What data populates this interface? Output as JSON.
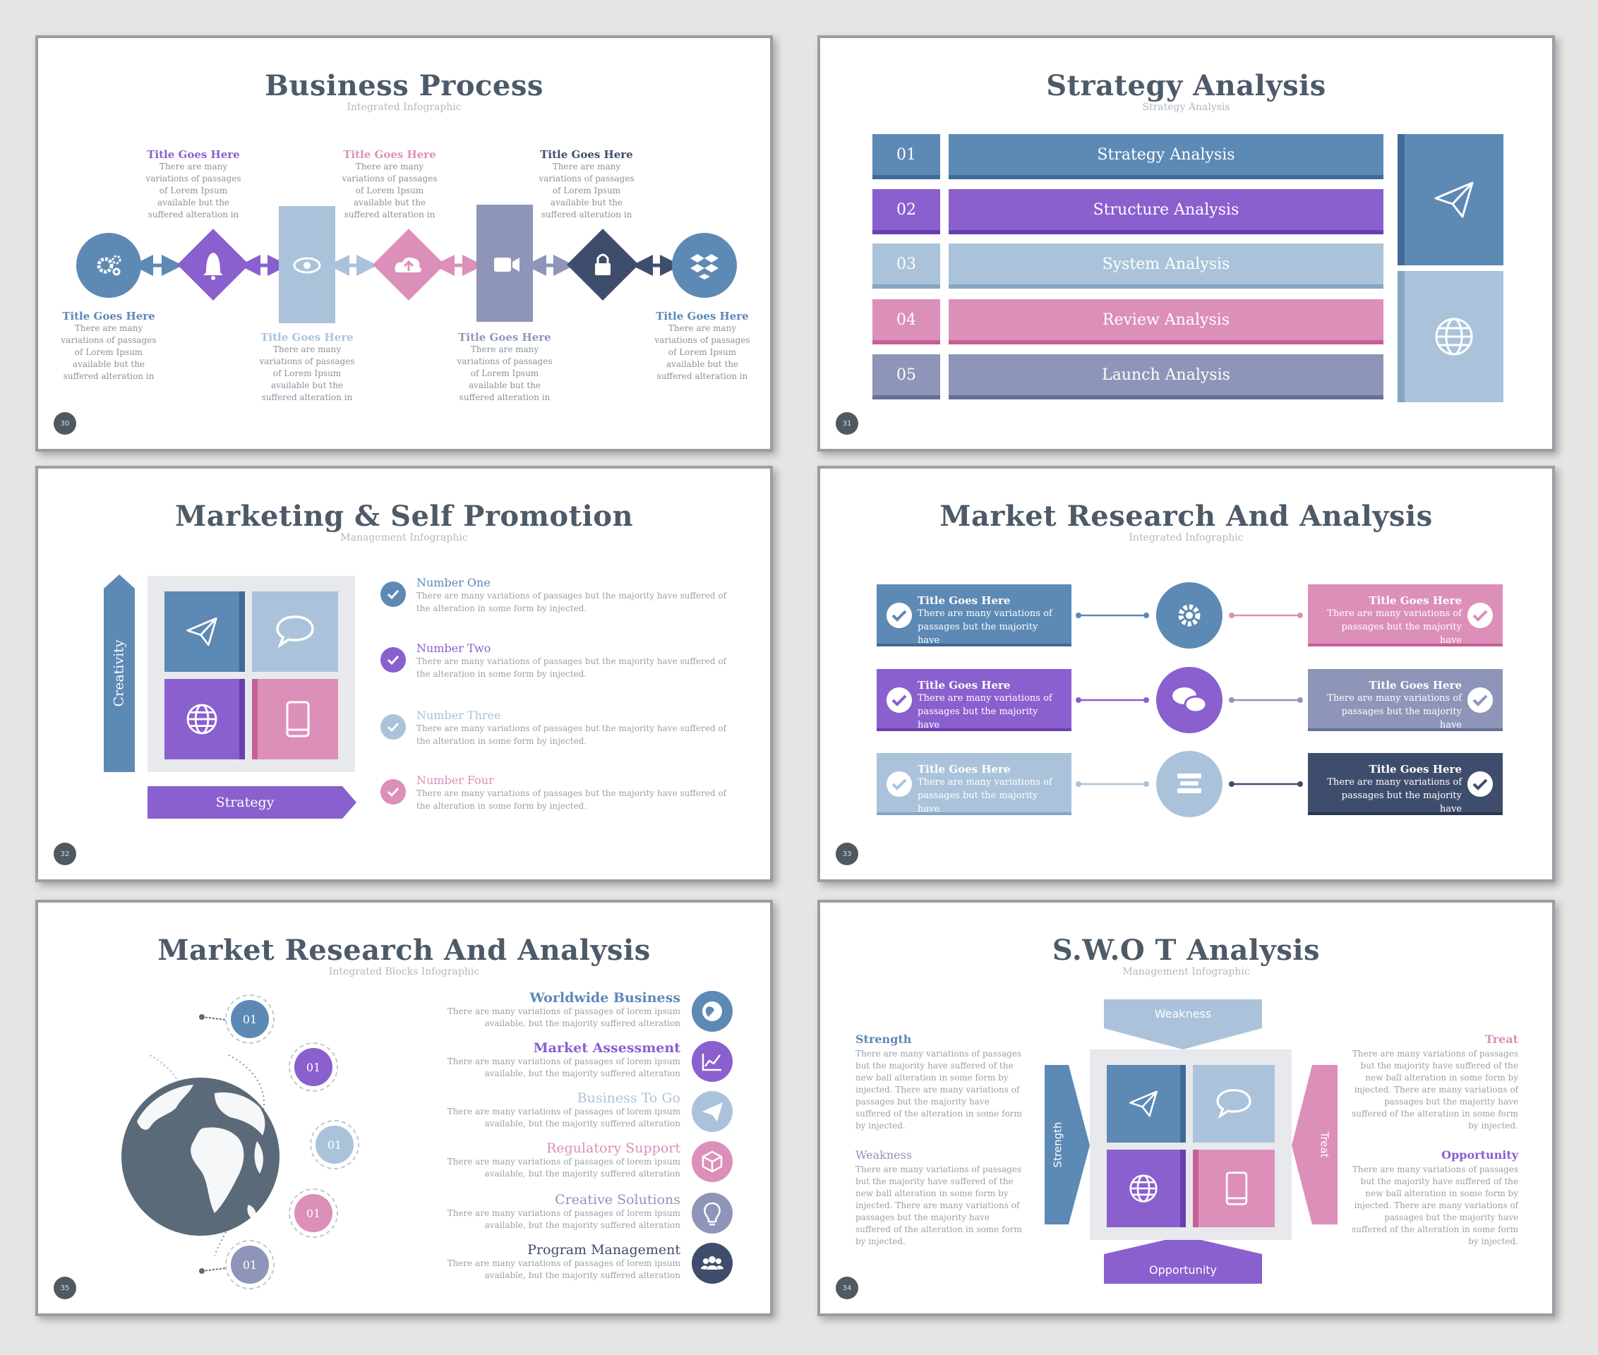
{
  "colors": {
    "blue": "#5d89b5",
    "purple": "#8a5fce",
    "light_blue": "#aac3da",
    "pink": "#dc8fb9",
    "slate": "#8e95b8",
    "navy": "#3f4d6d",
    "title": "#4d5a68"
  },
  "slides": {
    "s30": {
      "title": "Business Process",
      "subtitle": "Integrated Infographic",
      "number": "30",
      "items": [
        {
          "title": "Title Goes Here",
          "text": "There are many variations of passages of Lorem Ipsum available but the suffered alteration in",
          "icon": "gears-icon"
        },
        {
          "title": "Title Goes Here",
          "text": "There are many variations of passages of Lorem Ipsum available but the suffered alteration in",
          "icon": "bell-icon"
        },
        {
          "title": "Title Goes Here",
          "text": "There are many variations of passages of Lorem Ipsum available but the suffered alteration in",
          "icon": "eye-icon"
        },
        {
          "title": "Title Goes Here",
          "text": "There are many variations of passages of Lorem Ipsum available but the suffered alteration in",
          "icon": "cloud-upload-icon"
        },
        {
          "title": "Title Goes Here",
          "text": "There are many variations of passages of Lorem Ipsum available but the suffered alteration in",
          "icon": "video-camera-icon"
        },
        {
          "title": "Title Goes Here",
          "text": "There are many variations of passages of Lorem Ipsum available but the suffered alteration in",
          "icon": "lock-icon"
        },
        {
          "title": "Title Goes Here",
          "text": "There are many variations of passages of Lorem Ipsum available but the suffered alteration in",
          "icon": "dropbox-icon"
        }
      ]
    },
    "s31": {
      "title": "Strategy Analysis",
      "subtitle": "Strategy Analysis",
      "number": "31",
      "rows": [
        {
          "no": "01",
          "label": "Strategy Analysis"
        },
        {
          "no": "02",
          "label": "Structure Analysis"
        },
        {
          "no": "03",
          "label": "System Analysis"
        },
        {
          "no": "04",
          "label": "Review Analysis"
        },
        {
          "no": "05",
          "label": "Launch Analysis"
        }
      ],
      "icons": [
        "paper-plane-icon",
        "globe-icon"
      ]
    },
    "s32": {
      "title": "Marketing & Self Promotion",
      "subtitle": "Management Infographic",
      "number": "32",
      "vertical_label": "Creativity",
      "horizontal_label": "Strategy",
      "points": [
        {
          "title": "Number One",
          "text": "There are many variations of passages but the majority have suffered of the alteration in some form by injected."
        },
        {
          "title": "Number Two",
          "text": "There are many variations of passages but the majority have suffered of the alteration in some form by injected."
        },
        {
          "title": "Number Three",
          "text": "There are many variations of passages but the majority have suffered of the alteration in some form by injected."
        },
        {
          "title": "Number Four",
          "text": "There are many variations of passages but the majority have suffered of the alteration in some form by injected."
        }
      ]
    },
    "s33": {
      "title": "Market Research And Analysis",
      "subtitle": "Integrated Infographic",
      "number": "33",
      "left": [
        {
          "title": "Title Goes Here",
          "text": "There are many variations of passages but the majority have"
        },
        {
          "title": "Title Goes Here",
          "text": "There are many variations of passages but the majority have"
        },
        {
          "title": "Title Goes Here",
          "text": "There are many variations of passages but the majority have"
        }
      ],
      "right": [
        {
          "title": "Title Goes Here",
          "text": "There are many variations of passages but the majority have"
        },
        {
          "title": "Title Goes Here",
          "text": "There are many variations of passages but the majority have"
        },
        {
          "title": "Title Goes Here",
          "text": "There are many variations of passages but the majority have"
        }
      ],
      "center_icons": [
        "gear-icon",
        "chat-bubbles-icon",
        "database-icon"
      ]
    },
    "s35": {
      "title": "Market Research And Analysis",
      "subtitle": "Integrated Blocks Infographic",
      "number": "35",
      "orbit_labels": [
        "01",
        "01",
        "01",
        "01",
        "01"
      ],
      "items": [
        {
          "title": "Worldwide Business",
          "text": "There are many variations of passages of lorem ipsum available, but the majority suffered alteration",
          "icon": "globe-icon"
        },
        {
          "title": "Market Assessment",
          "text": "There are many variations of passages of lorem ipsum available, but the majority suffered alteration",
          "icon": "line-chart-icon"
        },
        {
          "title": "Business To Go",
          "text": "There are many variations of passages of lorem ipsum available, but the majority suffered alteration",
          "icon": "paper-plane-icon"
        },
        {
          "title": "Regulatory Support",
          "text": "There are many variations of passages of lorem ipsum available, but the majority suffered alteration",
          "icon": "cube-icon"
        },
        {
          "title": "Creative Solutions",
          "text": "There are many variations of passages of lorem ipsum available, but the majority suffered alteration",
          "icon": "lightbulb-icon"
        },
        {
          "title": "Program Management",
          "text": "There are many variations of passages of lorem ipsum available, but the majority suffered alteration",
          "icon": "users-icon"
        }
      ]
    },
    "s34": {
      "title": "S.W.O T Analysis",
      "subtitle": "Management Infographic",
      "number": "34",
      "top_label": "Weakness",
      "bottom_label": "Opportunity",
      "left_label": "Strength",
      "right_label": "Treat",
      "strength": {
        "title": "Strength",
        "text": "There are many variations of passages but the majority have suffered of the new ball alteration in some form by injected. There are many variations of passages but the majority have suffered of the alteration in some form by injected."
      },
      "weakness": {
        "title": "Weakness",
        "text": "There are many variations of passages but the majority have suffered of the new ball alteration in some form by injected. There are many variations of passages but the majority have suffered of the alteration in some form by injected."
      },
      "treat": {
        "title": "Treat",
        "text": "There are many variations of passages but the majority have suffered of the new ball alteration in some form by injected. There are many variations of passages but the majority have suffered of the alteration in some form by injected."
      },
      "opportunity": {
        "title": "Opportunity",
        "text": "There are many variations of passages but the majority have suffered of the new ball alteration in some form by injected. There are many variations of passages but the majority have suffered of the alteration in some form by injected."
      }
    }
  }
}
